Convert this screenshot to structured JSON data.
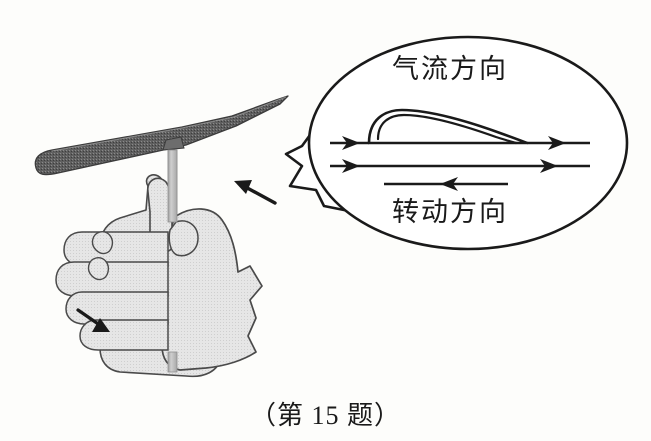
{
  "figure": {
    "title": "Bamboo dragonfly propeller spun by hands with airfoil callout",
    "caption": "（第 15 题）",
    "background_color": "#fdfdfb",
    "ink_color": "#1a1a1a"
  },
  "callout": {
    "shape": "ellipse-speech-bubble",
    "labels": {
      "airflow": "气流方向",
      "rotation": "转动方向"
    },
    "airfoil": {
      "name": "airfoil-cross-section",
      "outline_color": "#1a1a1a"
    },
    "flow_lines": [
      {
        "id": "upper-flow-line",
        "direction": "right",
        "arrow": "→"
      },
      {
        "id": "middle-flow-line",
        "direction": "right",
        "arrow": "→"
      },
      {
        "id": "lower-rotation-line",
        "direction": "left",
        "arrow": "←"
      }
    ]
  },
  "apparatus": {
    "propeller": {
      "name": "propeller-blade",
      "fill_color": "#6b6b6b"
    },
    "shaft": {
      "name": "propeller-shaft",
      "fill_color": "#b9b9b9"
    },
    "hands": {
      "name": "pair-of-hands",
      "fill_color": "#e3e3e3",
      "outline_color": "#4a4a4a"
    }
  },
  "annotations": {
    "pointer_arrow": {
      "name": "callout-pointer-arrow",
      "direction": "up-left"
    },
    "motion_arrow": {
      "name": "hand-motion-arrow",
      "direction": "down-right"
    }
  }
}
